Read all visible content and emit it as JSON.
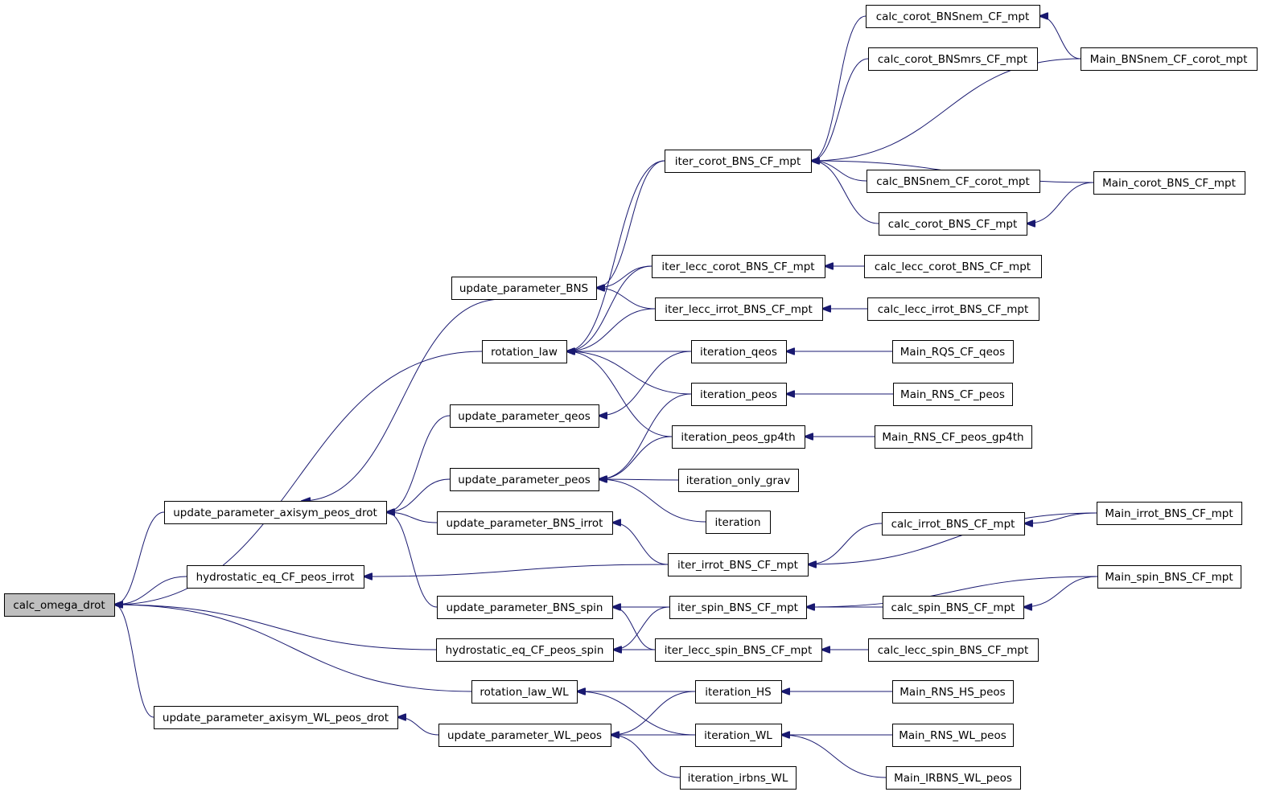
{
  "colors": {
    "edge": "#191970",
    "root_fill": "#bfbfbf",
    "node_fill": "#ffffff",
    "node_stroke": "#000000"
  },
  "nodes": {
    "calc_omega_drot": "calc_omega_drot",
    "update_parameter_axisym_peos_drot": "update_parameter_axisym_peos_drot",
    "hydrostatic_eq_CF_peos_irrot": "hydrostatic_eq_CF_peos_irrot",
    "update_parameter_axisym_WL_peos_drot": "update_parameter_axisym_WL_peos_drot",
    "update_parameter_BNS": "update_parameter_BNS",
    "rotation_law": "rotation_law",
    "update_parameter_qeos": "update_parameter_qeos",
    "update_parameter_peos": "update_parameter_peos",
    "update_parameter_BNS_irrot": "update_parameter_BNS_irrot",
    "update_parameter_BNS_spin": "update_parameter_BNS_spin",
    "hydrostatic_eq_CF_peos_spin": "hydrostatic_eq_CF_peos_spin",
    "rotation_law_WL": "rotation_law_WL",
    "update_parameter_WL_peos": "update_parameter_WL_peos",
    "iter_corot_BNS_CF_mpt": "iter_corot_BNS_CF_mpt",
    "iter_lecc_corot_BNS_CF_mpt": "iter_lecc_corot_BNS_CF_mpt",
    "iter_lecc_irrot_BNS_CF_mpt": "iter_lecc_irrot_BNS_CF_mpt",
    "iteration_qeos": "iteration_qeos",
    "iteration_peos": "iteration_peos",
    "iteration_peos_gp4th": "iteration_peos_gp4th",
    "iteration_only_grav": "iteration_only_grav",
    "iteration": "iteration",
    "iter_irrot_BNS_CF_mpt": "iter_irrot_BNS_CF_mpt",
    "iter_spin_BNS_CF_mpt": "iter_spin_BNS_CF_mpt",
    "iter_lecc_spin_BNS_CF_mpt": "iter_lecc_spin_BNS_CF_mpt",
    "iteration_HS": "iteration_HS",
    "iteration_WL": "iteration_WL",
    "iteration_irbns_WL": "iteration_irbns_WL",
    "calc_corot_BNSnem_CF_mpt": "calc_corot_BNSnem_CF_mpt",
    "calc_corot_BNSmrs_CF_mpt": "calc_corot_BNSmrs_CF_mpt",
    "calc_BNSnem_CF_corot_mpt": "calc_BNSnem_CF_corot_mpt",
    "calc_corot_BNS_CF_mpt": "calc_corot_BNS_CF_mpt",
    "calc_lecc_corot_BNS_CF_mpt": "calc_lecc_corot_BNS_CF_mpt",
    "calc_lecc_irrot_BNS_CF_mpt": "calc_lecc_irrot_BNS_CF_mpt",
    "Main_RQS_CF_qeos": "Main_RQS_CF_qeos",
    "Main_RNS_CF_peos": "Main_RNS_CF_peos",
    "Main_RNS_CF_peos_gp4th": "Main_RNS_CF_peos_gp4th",
    "calc_irrot_BNS_CF_mpt": "calc_irrot_BNS_CF_mpt",
    "calc_spin_BNS_CF_mpt": "calc_spin_BNS_CF_mpt",
    "calc_lecc_spin_BNS_CF_mpt": "calc_lecc_spin_BNS_CF_mpt",
    "Main_RNS_HS_peos": "Main_RNS_HS_peos",
    "Main_RNS_WL_peos": "Main_RNS_WL_peos",
    "Main_IRBNS_WL_peos": "Main_IRBNS_WL_peos",
    "Main_BNSnem_CF_corot_mpt": "Main_BNSnem_CF_corot_mpt",
    "Main_corot_BNS_CF_mpt": "Main_corot_BNS_CF_mpt",
    "Main_irrot_BNS_CF_mpt": "Main_irrot_BNS_CF_mpt",
    "Main_spin_BNS_CF_mpt": "Main_spin_BNS_CF_mpt"
  },
  "edges": [
    [
      "calc_omega_drot",
      "rotation_law"
    ],
    [
      "calc_omega_drot",
      "update_parameter_axisym_peos_drot"
    ],
    [
      "calc_omega_drot",
      "hydrostatic_eq_CF_peos_irrot"
    ],
    [
      "calc_omega_drot",
      "hydrostatic_eq_CF_peos_spin"
    ],
    [
      "calc_omega_drot",
      "rotation_law_WL"
    ],
    [
      "calc_omega_drot",
      "update_parameter_axisym_WL_peos_drot"
    ],
    [
      "update_parameter_axisym_peos_drot",
      "update_parameter_BNS"
    ],
    [
      "update_parameter_axisym_peos_drot",
      "update_parameter_qeos"
    ],
    [
      "update_parameter_axisym_peos_drot",
      "update_parameter_peos"
    ],
    [
      "update_parameter_axisym_peos_drot",
      "update_parameter_BNS_irrot"
    ],
    [
      "update_parameter_axisym_peos_drot",
      "update_parameter_BNS_spin"
    ],
    [
      "hydrostatic_eq_CF_peos_irrot",
      "iter_irrot_BNS_CF_mpt"
    ],
    [
      "update_parameter_axisym_WL_peos_drot",
      "update_parameter_WL_peos"
    ],
    [
      "update_parameter_BNS",
      "iter_corot_BNS_CF_mpt"
    ],
    [
      "update_parameter_BNS",
      "iter_lecc_corot_BNS_CF_mpt"
    ],
    [
      "update_parameter_BNS",
      "iter_lecc_irrot_BNS_CF_mpt"
    ],
    [
      "rotation_law",
      "iter_corot_BNS_CF_mpt"
    ],
    [
      "rotation_law",
      "iter_lecc_corot_BNS_CF_mpt"
    ],
    [
      "rotation_law",
      "iter_lecc_irrot_BNS_CF_mpt"
    ],
    [
      "rotation_law",
      "iteration_qeos"
    ],
    [
      "rotation_law",
      "iteration_peos"
    ],
    [
      "rotation_law",
      "iteration_peos_gp4th"
    ],
    [
      "update_parameter_qeos",
      "iteration_qeos"
    ],
    [
      "update_parameter_peos",
      "iteration_peos"
    ],
    [
      "update_parameter_peos",
      "iteration_peos_gp4th"
    ],
    [
      "update_parameter_peos",
      "iteration_only_grav"
    ],
    [
      "update_parameter_peos",
      "iteration"
    ],
    [
      "update_parameter_BNS_irrot",
      "iter_irrot_BNS_CF_mpt"
    ],
    [
      "update_parameter_BNS_spin",
      "iter_spin_BNS_CF_mpt"
    ],
    [
      "update_parameter_BNS_spin",
      "iter_lecc_spin_BNS_CF_mpt"
    ],
    [
      "hydrostatic_eq_CF_peos_spin",
      "iter_spin_BNS_CF_mpt"
    ],
    [
      "hydrostatic_eq_CF_peos_spin",
      "iter_lecc_spin_BNS_CF_mpt"
    ],
    [
      "rotation_law_WL",
      "iteration_HS"
    ],
    [
      "rotation_law_WL",
      "iteration_WL"
    ],
    [
      "update_parameter_WL_peos",
      "iteration_HS"
    ],
    [
      "update_parameter_WL_peos",
      "iteration_WL"
    ],
    [
      "update_parameter_WL_peos",
      "iteration_irbns_WL"
    ],
    [
      "iter_corot_BNS_CF_mpt",
      "calc_corot_BNSnem_CF_mpt"
    ],
    [
      "iter_corot_BNS_CF_mpt",
      "calc_corot_BNSmrs_CF_mpt"
    ],
    [
      "iter_corot_BNS_CF_mpt",
      "Main_BNSnem_CF_corot_mpt"
    ],
    [
      "iter_corot_BNS_CF_mpt",
      "Main_corot_BNS_CF_mpt"
    ],
    [
      "iter_corot_BNS_CF_mpt",
      "calc_BNSnem_CF_corot_mpt"
    ],
    [
      "iter_corot_BNS_CF_mpt",
      "calc_corot_BNS_CF_mpt"
    ],
    [
      "calc_corot_BNSnem_CF_mpt",
      "Main_BNSnem_CF_corot_mpt"
    ],
    [
      "calc_corot_BNS_CF_mpt",
      "Main_corot_BNS_CF_mpt"
    ],
    [
      "iter_lecc_corot_BNS_CF_mpt",
      "calc_lecc_corot_BNS_CF_mpt"
    ],
    [
      "iter_lecc_irrot_BNS_CF_mpt",
      "calc_lecc_irrot_BNS_CF_mpt"
    ],
    [
      "iteration_qeos",
      "Main_RQS_CF_qeos"
    ],
    [
      "iteration_peos",
      "Main_RNS_CF_peos"
    ],
    [
      "iteration_peos_gp4th",
      "Main_RNS_CF_peos_gp4th"
    ],
    [
      "iter_irrot_BNS_CF_mpt",
      "calc_irrot_BNS_CF_mpt"
    ],
    [
      "iter_irrot_BNS_CF_mpt",
      "Main_irrot_BNS_CF_mpt"
    ],
    [
      "calc_irrot_BNS_CF_mpt",
      "Main_irrot_BNS_CF_mpt"
    ],
    [
      "iter_spin_BNS_CF_mpt",
      "calc_spin_BNS_CF_mpt"
    ],
    [
      "iter_spin_BNS_CF_mpt",
      "Main_spin_BNS_CF_mpt"
    ],
    [
      "calc_spin_BNS_CF_mpt",
      "Main_spin_BNS_CF_mpt"
    ],
    [
      "iter_lecc_spin_BNS_CF_mpt",
      "calc_lecc_spin_BNS_CF_mpt"
    ],
    [
      "iteration_HS",
      "Main_RNS_HS_peos"
    ],
    [
      "iteration_WL",
      "Main_RNS_WL_peos"
    ],
    [
      "iteration_WL",
      "Main_IRBNS_WL_peos"
    ]
  ]
}
